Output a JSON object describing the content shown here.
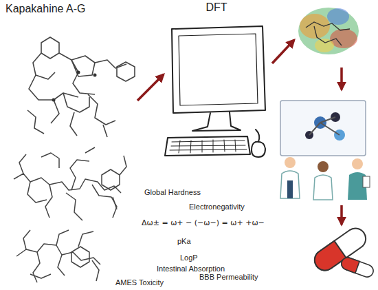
{
  "diagram": {
    "nodes": [
      {
        "text": [
          "Kapakahine A-G"
        ]
      },
      {
        "text": [
          "DFT"
        ]
      }
    ],
    "edges": [
      {
        "from": 0,
        "to": 1,
        "arrow": "to"
      }
    ],
    "labels": [
      "Global Hardness",
      "Electronegativity",
      "Δω± = ω+ − (−ω−) = ω+ +ω−",
      "pKa",
      "LogP",
      "Intestinal Absorption",
      "BBB Permeability",
      "AMES Toxicity"
    ]
  }
}
